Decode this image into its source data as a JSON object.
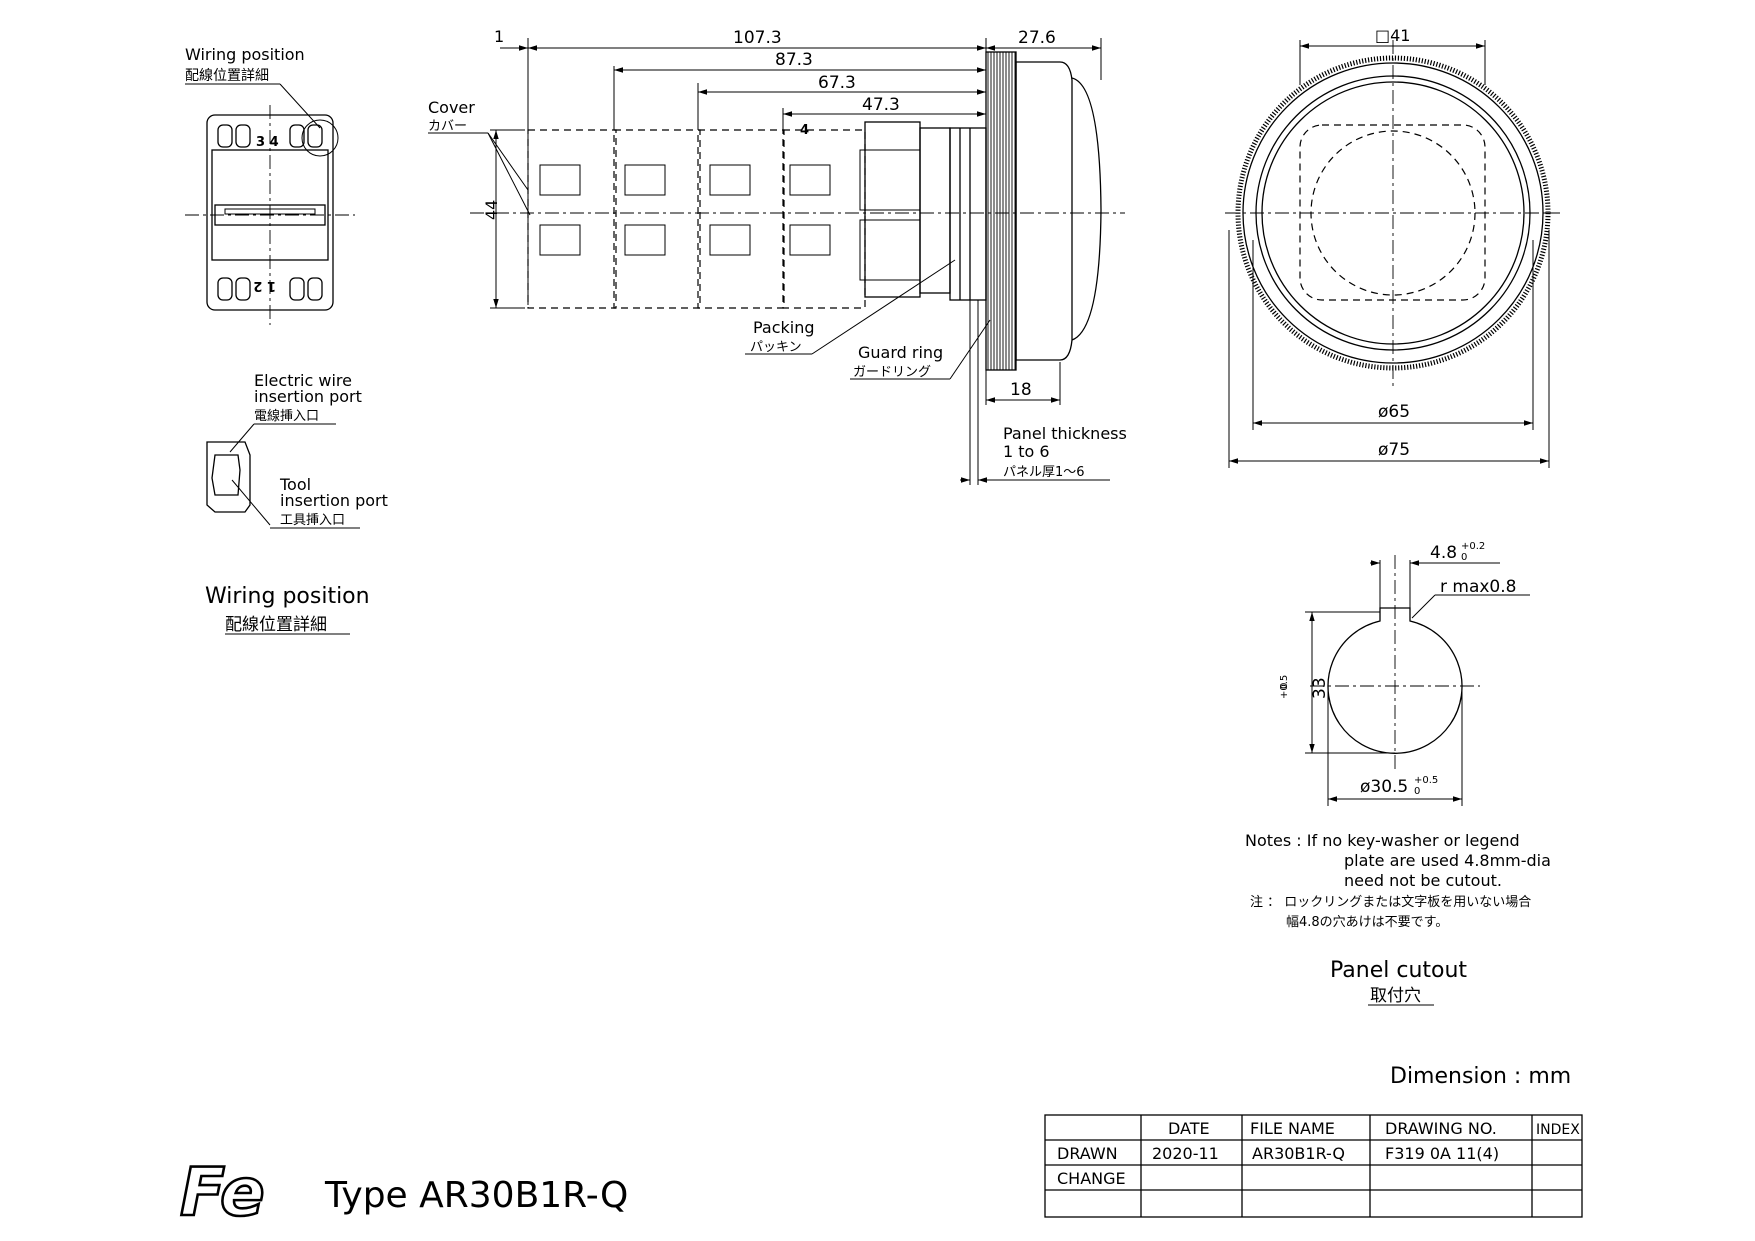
{
  "labels": {
    "wiring_detail_en": "Wiring position",
    "wiring_detail_jp": "配線位置詳細",
    "terminal_34": "3 4",
    "terminal_12": "1 2",
    "cover_en": "Cover",
    "cover_jp": "カバー",
    "electric_wire_en_1": "Electric wire",
    "electric_wire_en_2": "insertion port",
    "electric_wire_jp": "電線挿入口",
    "tool_en_1": "Tool",
    "tool_en_2": "insertion port",
    "tool_jp": "工具挿入口",
    "wiring_title_en": "Wiring position",
    "wiring_title_jp": "配線位置詳細",
    "packing_en": "Packing",
    "packing_jp": "パッキン",
    "guard_ring_en": "Guard ring",
    "guard_ring_jp": "ガードリング",
    "panel_thickness_en_1": "Panel thickness",
    "panel_thickness_en_2": "1 to 6",
    "panel_thickness_jp": "パネル厚1～6",
    "module_number": "4",
    "panel_cutout_en": "Panel cutout",
    "panel_cutout_jp": "取付穴",
    "dimension_unit": "Dimension : mm"
  },
  "dimensions": {
    "d1": "1",
    "d107": "107.3",
    "d87": "87.3",
    "d67": "67.3",
    "d47": "47.3",
    "d27": "27.6",
    "d44": "44",
    "d18": "18",
    "sq41": "□41",
    "phi65": "ø65",
    "phi75": "ø75",
    "key_width": "4.8",
    "key_width_tol_upper": "+0.2",
    "key_width_tol_lower": "0",
    "r_max": "r max0.8",
    "cutout_height": "33",
    "cutout_height_tol_upper": "+0.5",
    "cutout_height_tol_lower": "0",
    "cutout_dia": "ø30.5",
    "cutout_dia_tol_upper": "+0.5",
    "cutout_dia_tol_lower": "0"
  },
  "notes": {
    "en_1": "Notes : If no key-washer or legend",
    "en_2": "plate are used 4.8mm-dia",
    "en_3": "need not be cutout.",
    "jp_1": "注 ： ロックリングまたは文字板を用いない場合",
    "jp_2": "幅4.8の穴あけは不要です。"
  },
  "title_block": {
    "headers": [
      "",
      "DATE",
      "FILE NAME",
      "DRAWING NO.",
      "INDEX"
    ],
    "rows": [
      [
        "DRAWN",
        "2020-11",
        "AR30B1R-Q",
        "F319 0A 11(4)",
        ""
      ],
      [
        "CHANGE",
        "",
        "",
        "",
        ""
      ]
    ]
  },
  "footer": {
    "logo": "Fe",
    "type_label": "Type  AR30B1R-Q"
  }
}
